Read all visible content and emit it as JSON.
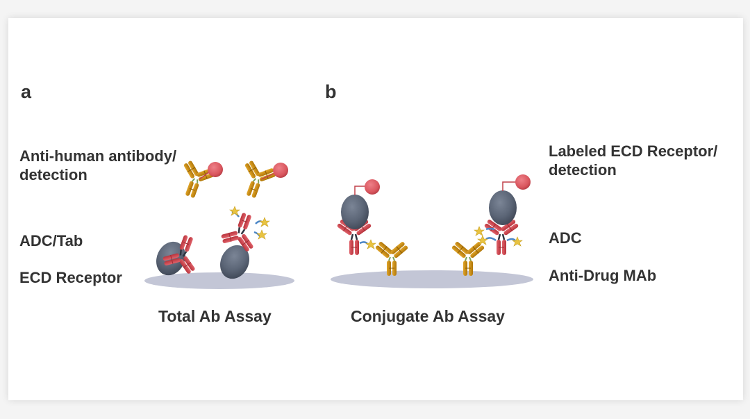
{
  "panels": {
    "a": {
      "letter": "a",
      "caption": "Total Ab Assay",
      "labels": {
        "detection": [
          "Anti-human antibody/",
          "detection"
        ],
        "middle": "ADC/Tab",
        "capture": "ECD Receptor"
      }
    },
    "b": {
      "letter": "b",
      "caption": "Conjugate Ab Assay",
      "labels": {
        "detection": [
          "Labeled ECD Receptor/",
          "detection"
        ],
        "middle": "ADC",
        "capture": "Anti-Drug MAb"
      }
    }
  },
  "colors": {
    "background": "#f4f4f4",
    "card": "#ffffff",
    "text": "#333333",
    "plate": "#c3c6d6",
    "receptor": "#5b6576",
    "label_ball": "#d9565e",
    "antibody_red": "#d2464f",
    "antibody_gold": "#c98a0e",
    "drug_star": "#e8c341",
    "linker": "#4a86c8"
  }
}
